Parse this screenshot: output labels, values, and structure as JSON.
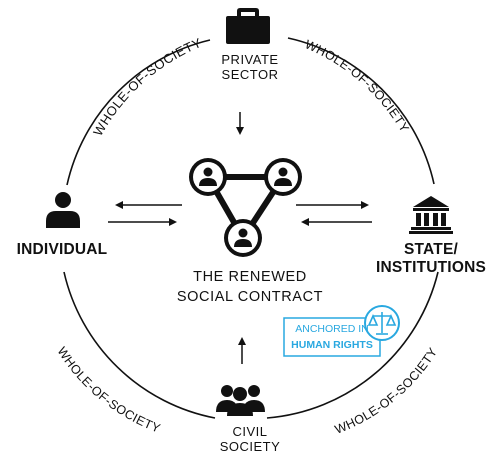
{
  "nodes": {
    "private_sector": {
      "line1": "PRIVATE",
      "line2": "SECTOR",
      "icon": "briefcase-icon"
    },
    "state": {
      "line1": "STATE/",
      "line2": "INSTITUTIONS",
      "icon": "government-building-icon"
    },
    "civil_society": {
      "line1": "CIVIL",
      "line2": "SOCIETY",
      "icon": "people-group-icon"
    },
    "individual": {
      "label": "INDIVIDUAL",
      "icon": "person-icon"
    }
  },
  "center": {
    "line1": "THE RENEWED",
    "line2": "SOCIAL CONTRACT",
    "icon": "network-triangle-icon"
  },
  "ring_label": "WHOLE-OF-SOCIETY",
  "badge": {
    "line1": "ANCHORED IN",
    "line2": "HUMAN RIGHTS",
    "icon": "scales-icon"
  },
  "colors": {
    "ink": "#111111",
    "accent": "#29a8e0"
  }
}
